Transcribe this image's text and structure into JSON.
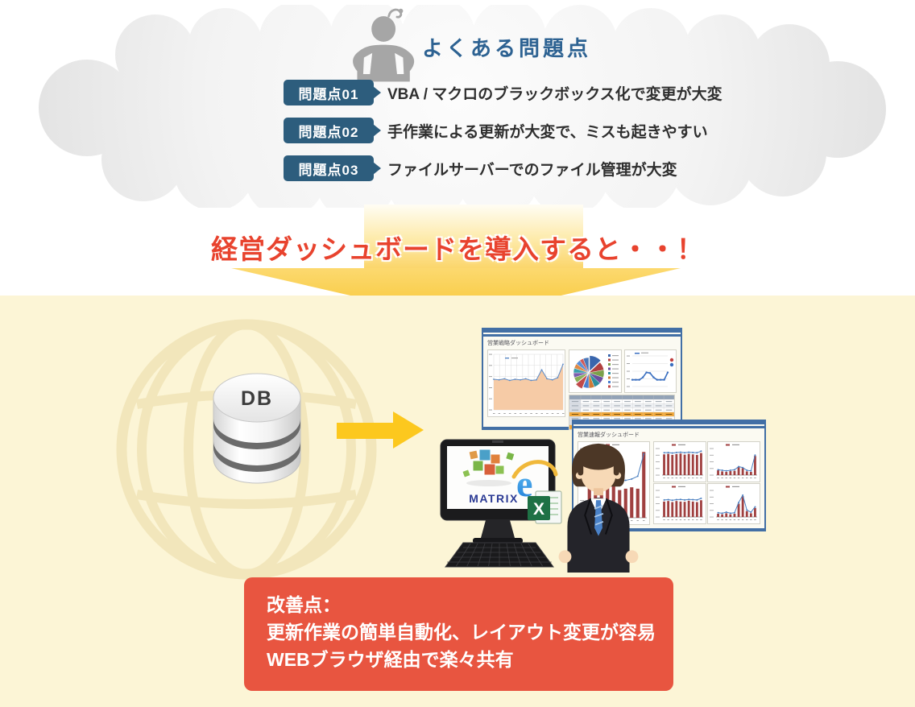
{
  "cloud": {
    "title": "よくある問題点",
    "problems": [
      {
        "badge": "問題点01",
        "text": "VBA / マクロのブラックボックス化で変更が大変"
      },
      {
        "badge": "問題点02",
        "text": "手作業による更新が大変で、ミスも起きやすい"
      },
      {
        "badge": "問題点03",
        "text": "ファイルサーバーでのファイル管理が大変"
      }
    ]
  },
  "transition": {
    "title": "経営ダッシュボードを導入すると・・！"
  },
  "solution": {
    "db_label": "DB",
    "monitor_logo": "MATRIX",
    "dashboard1_title": "営業戦略ダッシュボード",
    "dashboard2_title": "営業速報ダッシュボード",
    "improvement_lines": [
      "改善点：",
      "更新作業の簡単自動化、レイアウト変更が容易",
      "WEBブラウザ経由で楽々共有"
    ]
  },
  "colors": {
    "heading_blue": "#2d6292",
    "badge_blue": "#2d5d7d",
    "title_red": "#e8432e",
    "improve_red": "#e85540",
    "arrow_yellow": "#fcc81e",
    "funnel_yellow": "#fbd56a",
    "bottom_bg": "#fcf5d6",
    "globe_stroke": "#f2e6bb",
    "window_frame": "#426fa5"
  },
  "icons": {
    "mascot": "person-silhouette-icon",
    "globe": "globe-icon",
    "database": "database-icon",
    "flow_arrow": "arrow-right-icon",
    "funnel": "funnel-arrow-icon",
    "monitor": "monitor-icon",
    "browser": "internet-explorer-icon",
    "spreadsheet": "excel-icon",
    "person": "businessman-icon"
  },
  "chart_data": [
    {
      "id": "dash1-area",
      "type": "area",
      "values": [
        55,
        54,
        56,
        53,
        55,
        54,
        56,
        53,
        54,
        72,
        56,
        54,
        58,
        82
      ],
      "ymax": 100,
      "fill": "#f6cba6",
      "line": "#5b8ac6"
    },
    {
      "id": "dash1-pie",
      "type": "pie",
      "values": [
        13,
        9,
        8,
        7,
        7,
        6,
        6,
        8,
        6,
        5,
        5,
        5,
        5,
        4,
        6
      ],
      "colors": [
        "#3a66ad",
        "#b04040",
        "#7ba04a",
        "#6a4f9e",
        "#2e8f9e",
        "#d07a35",
        "#4a7fd0",
        "#c04a4a",
        "#8ab05a",
        "#7a5fae",
        "#3aa0ae",
        "#e08a45",
        "#5a8fd8",
        "#d05a5a",
        "#4a77b8"
      ]
    },
    {
      "id": "dash1-line",
      "type": "line",
      "values": [
        22,
        22,
        22,
        30,
        46,
        44,
        30,
        22,
        22,
        22,
        46
      ],
      "ymax": 100,
      "line": "#3a6fc0"
    },
    {
      "id": "dash1-table",
      "type": "table",
      "rows": 7,
      "cols": 10,
      "highlight_rows": [
        3,
        6
      ],
      "highlight": "#f2a93b"
    },
    {
      "id": "dash2-big",
      "type": "bar",
      "values": [
        45,
        48,
        44,
        50,
        52,
        40,
        42,
        44,
        42,
        95
      ],
      "line_values": [
        50,
        52,
        54,
        52,
        55,
        53,
        54,
        56,
        60,
        92
      ],
      "ymax": 100,
      "bar": "#a04040",
      "line": "#4a7fc0"
    },
    {
      "id": "dash2-a",
      "type": "bar",
      "values": [
        78,
        80,
        76,
        79,
        81,
        77,
        80,
        78,
        76,
        83
      ],
      "line_values": [
        84,
        85,
        83,
        85,
        86,
        84,
        86,
        85,
        84,
        90
      ],
      "ymax": 100,
      "bar": "#a04040",
      "line": "#4a7fc0"
    },
    {
      "id": "dash2-b",
      "type": "bar",
      "values": [
        18,
        14,
        12,
        15,
        16,
        30,
        26,
        14,
        12,
        72
      ],
      "line_values": [
        20,
        18,
        16,
        18,
        20,
        32,
        28,
        18,
        16,
        75
      ],
      "ymax": 100,
      "bar": "#a04040",
      "line": "#4a7fc0"
    },
    {
      "id": "dash2-c",
      "type": "bar",
      "values": [
        58,
        60,
        56,
        60,
        58,
        57,
        61,
        58,
        56,
        63
      ],
      "line_values": [
        64,
        65,
        63,
        65,
        66,
        64,
        66,
        65,
        64,
        70
      ],
      "ymax": 100,
      "bar": "#a04040",
      "line": "#4a7fc0"
    },
    {
      "id": "dash2-d",
      "type": "bar",
      "values": [
        12,
        10,
        14,
        10,
        12,
        50,
        78,
        22,
        14,
        34
      ],
      "line_values": [
        16,
        14,
        18,
        14,
        16,
        54,
        82,
        26,
        18,
        38
      ],
      "ymax": 100,
      "bar": "#a04040",
      "line": "#4a7fc0"
    }
  ]
}
